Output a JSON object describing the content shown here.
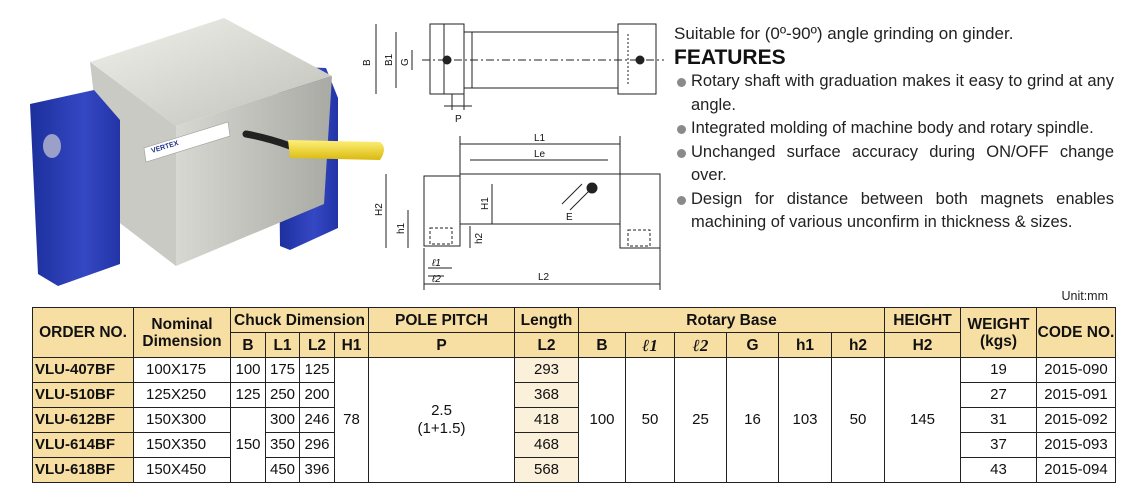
{
  "product_image": {
    "brand_label": "VERTEX"
  },
  "drawing": {
    "labels": {
      "B": "B",
      "B1": "B1",
      "G": "G",
      "P": "P",
      "L1": "L1",
      "Le": "Le",
      "H1": "H1",
      "H2": "H2",
      "h1": "h1",
      "h2": "h2",
      "l1": "ℓ1",
      "l2": "ℓ2",
      "L2": "L2",
      "E": "E"
    }
  },
  "intro": "Suitable for (0º-90º) angle grinding on ginder.",
  "features_title": "FEATURES",
  "features": [
    "Rotary shaft with graduation makes it easy to grind at any angle.",
    "Integrated molding of machine body and rotary spindle.",
    "Unchanged surface accuracy during ON/OFF change over.",
    "Design for distance between both magnets enables machining of various unconfirm in thickness & sizes."
  ],
  "unit": "Unit:mm",
  "table": {
    "headers": {
      "order_no": "ORDER NO.",
      "nominal": "Nominal Dimension",
      "chuck": "Chuck Dimension",
      "pole_pitch": "POLE PITCH",
      "length": "Length",
      "rotary_base": "Rotary Base",
      "height": "HEIGHT",
      "weight": "WEIGHT (kgs)",
      "code": "CODE NO.",
      "B": "B",
      "L1": "L1",
      "L2": "L2",
      "H1": "H1",
      "P": "P",
      "L2b": "L2",
      "rB": "B",
      "l1": "ℓ1",
      "l2": "ℓ2",
      "G": "G",
      "h1": "h1",
      "h2": "h2",
      "H2": "H2"
    },
    "merged": {
      "H1": "78",
      "P_line1": "2.5",
      "P_line2": "(1+1.5)",
      "B_150": "150",
      "rotary_B": "100",
      "l1": "50",
      "l2": "25",
      "G": "16",
      "h1": "103",
      "h2": "50",
      "H2": "145"
    },
    "rows": [
      {
        "order": "VLU-407BF",
        "nominal": "100X175",
        "B": "100",
        "L1": "175",
        "L2": "125",
        "length": "293",
        "weight": "19",
        "code": "2015-090"
      },
      {
        "order": "VLU-510BF",
        "nominal": "125X250",
        "B": "125",
        "L1": "250",
        "L2": "200",
        "length": "368",
        "weight": "27",
        "code": "2015-091"
      },
      {
        "order": "VLU-612BF",
        "nominal": "150X300",
        "B": "",
        "L1": "300",
        "L2": "246",
        "length": "418",
        "weight": "31",
        "code": "2015-092"
      },
      {
        "order": "VLU-614BF",
        "nominal": "150X350",
        "B": "",
        "L1": "350",
        "L2": "296",
        "length": "468",
        "weight": "37",
        "code": "2015-093"
      },
      {
        "order": "VLU-618BF",
        "nominal": "150X450",
        "B": "",
        "L1": "450",
        "L2": "396",
        "length": "568",
        "weight": "43",
        "code": "2015-094"
      }
    ]
  }
}
